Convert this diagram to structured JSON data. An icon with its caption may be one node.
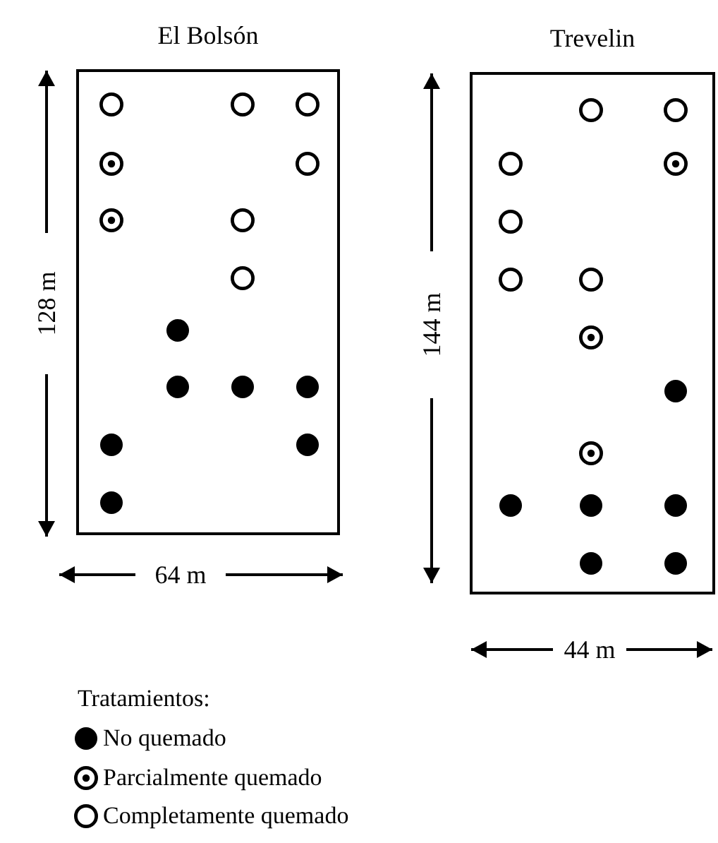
{
  "diagram": {
    "nodes": [
      {
        "text": [
          "El Bolsón"
        ]
      },
      {
        "text": [
          "Trevelin"
        ]
      }
    ],
    "labels": [
      "128 m",
      "64 m",
      "144 m",
      "44 m",
      "Tratamientos:"
    ],
    "legend": [
      {
        "text": "No quemado"
      },
      {
        "text": "Parcialmente quemado"
      },
      {
        "text": "Completamente quemado"
      }
    ]
  }
}
